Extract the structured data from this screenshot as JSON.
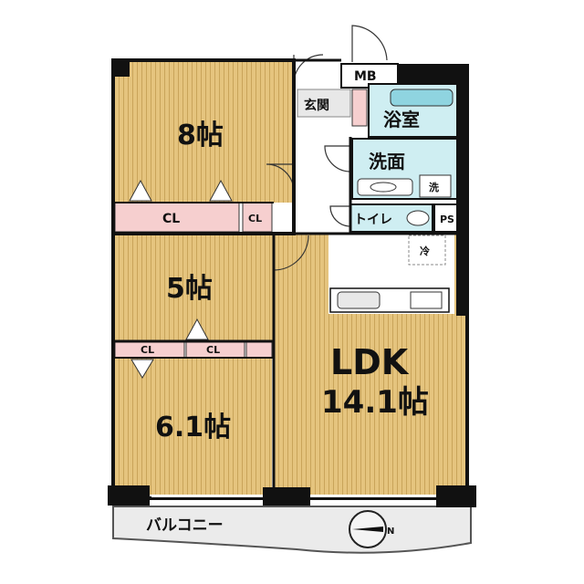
{
  "rooms": {
    "r8": "8帖",
    "r5": "5帖",
    "r6": "6.1帖",
    "ldk_name": "LDK",
    "ldk_size": "14.1帖"
  },
  "closets": {
    "cl_main": "CL",
    "cl_small": "CL",
    "cl_a": "CL",
    "cl_b": "CL"
  },
  "utility": {
    "entrance": "玄関",
    "mb": "MB",
    "bath": "浴室",
    "washroom": "洗面",
    "washer": "洗",
    "toilet": "トイレ",
    "ps": "PS",
    "fridge": "冷"
  },
  "balcony": "バルコニー",
  "compass": {
    "label": "N",
    "icon": "compass-icon"
  },
  "colors": {
    "floor_wood": "#e2c27a",
    "closet_pink": "#f6cfcf",
    "wet_blue": "#cfeef2",
    "wall": "#111111",
    "balcony_gray": "#e9e9e9"
  }
}
